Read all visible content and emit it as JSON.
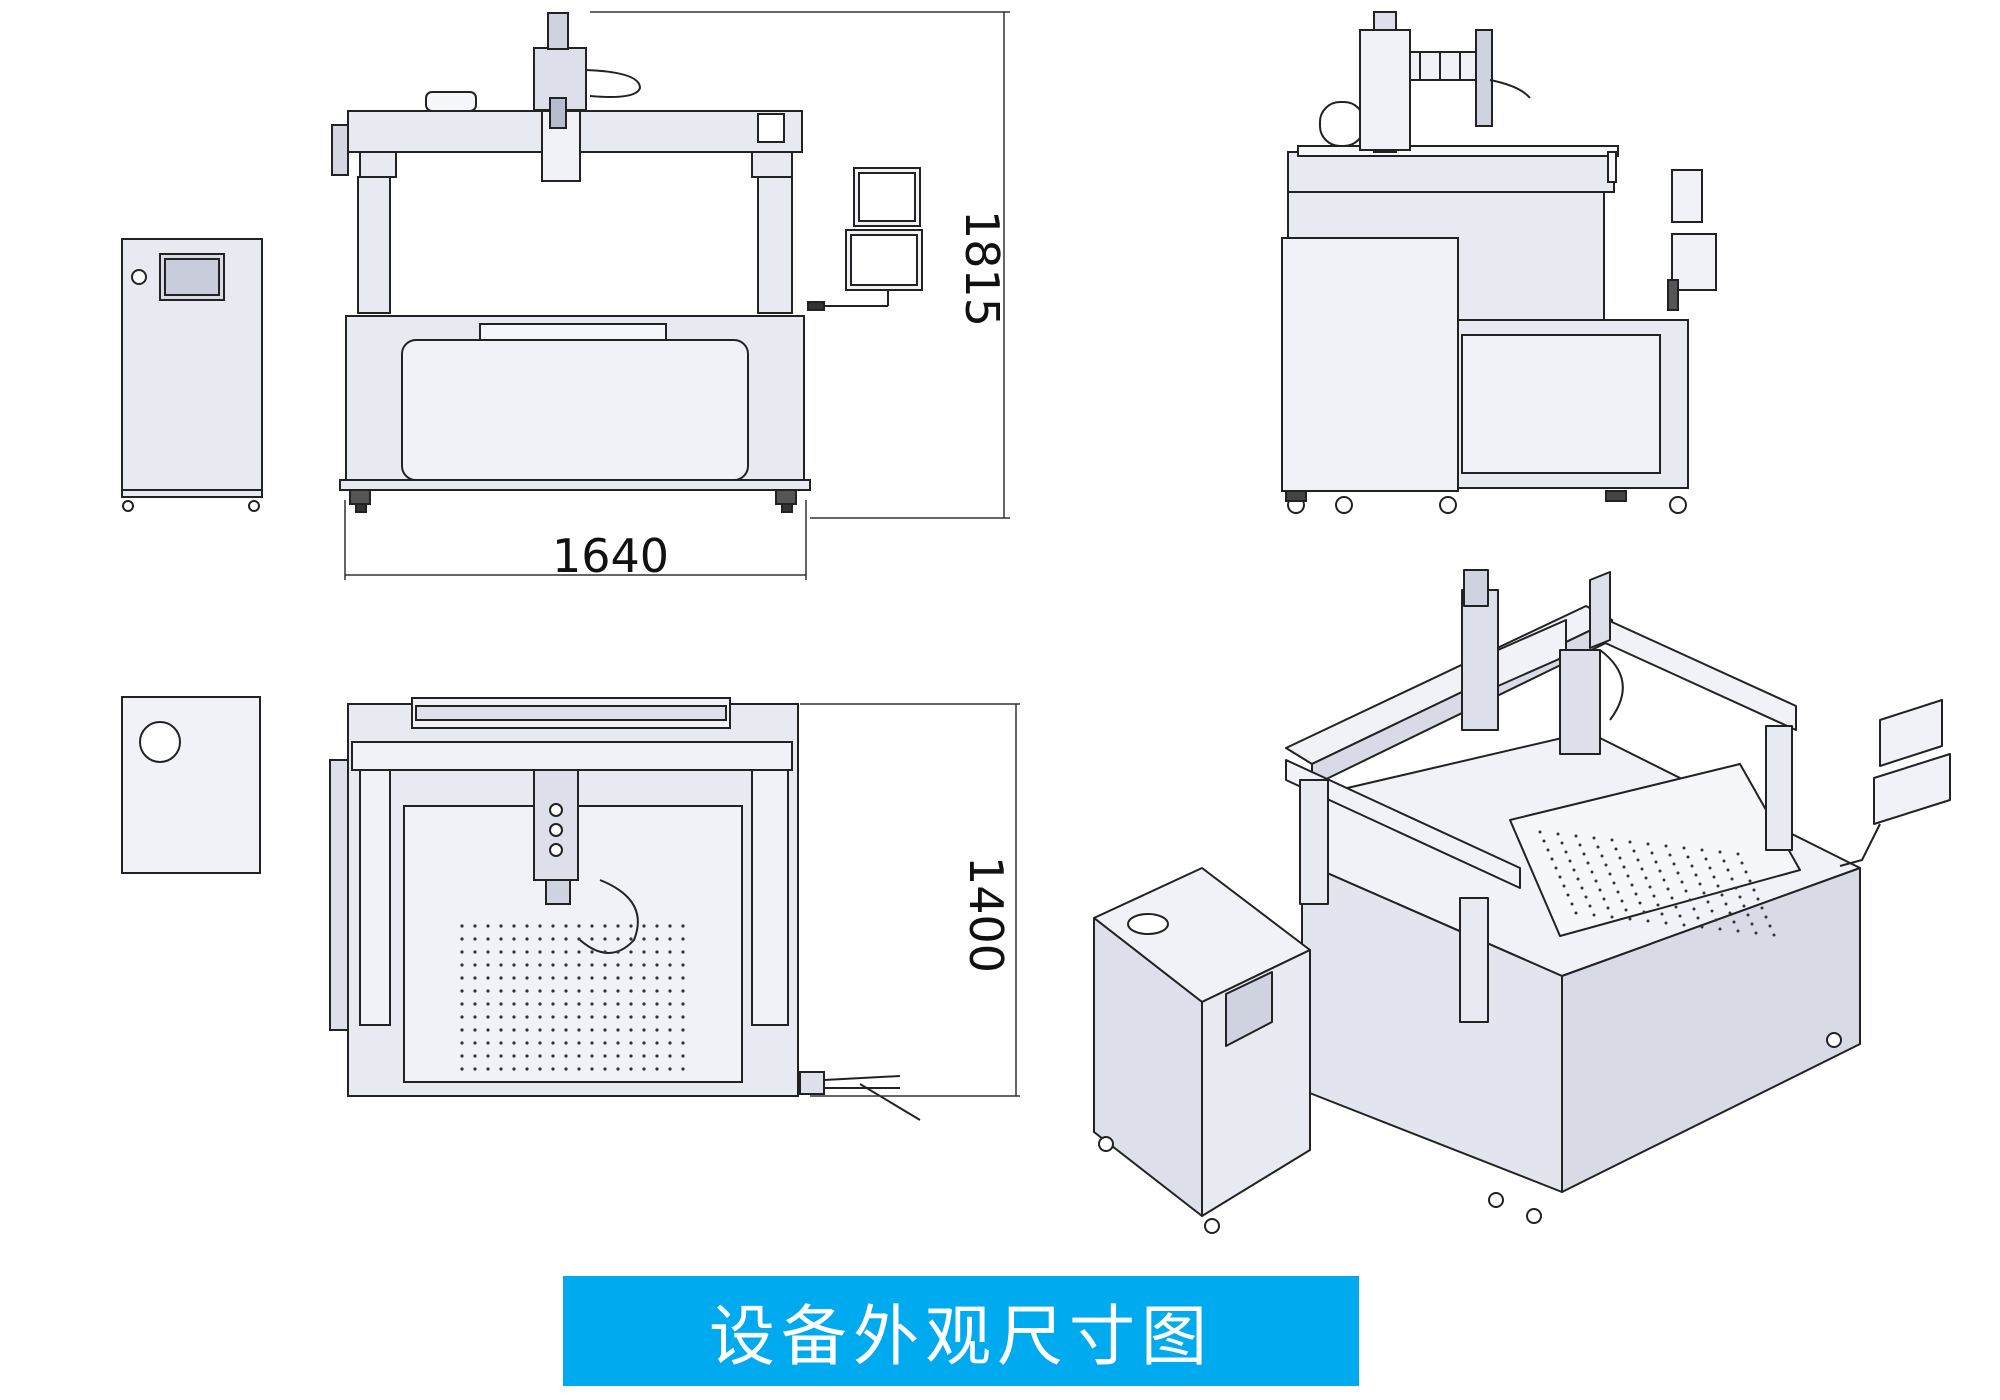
{
  "dimensions": {
    "width": "1640",
    "height": "1815",
    "depth": "1400"
  },
  "caption": "设备外观尺寸图",
  "colors": {
    "machine_fill": "#e8eaf2",
    "panel_fill": "#f0f2f8",
    "outline": "#222222",
    "caption_bg": "#00aaee",
    "caption_text": "#ffffff"
  }
}
